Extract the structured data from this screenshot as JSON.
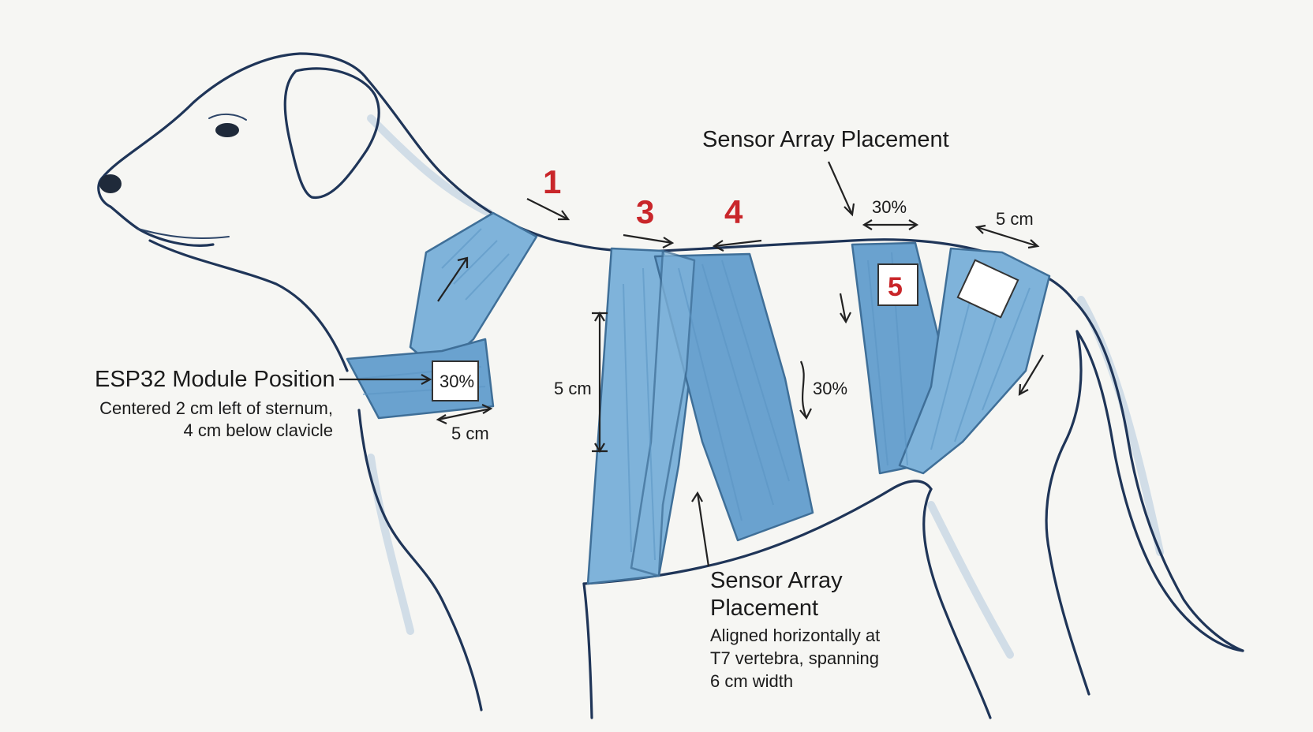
{
  "labels": {
    "esp32_title": "ESP32 Module Position",
    "esp32_desc_line1": "Centered 2 cm left of sternum,",
    "esp32_desc_line2": "4 cm below clavicle",
    "sensor_top_title": "Sensor Array Placement",
    "sensor_bottom_title_line1": "Sensor Array",
    "sensor_bottom_title_line2": "Placement",
    "sensor_bottom_desc_line1": "Aligned horizontally at",
    "sensor_bottom_desc_line2": "T7 vertebra, spanning",
    "sensor_bottom_desc_line3": "6 cm width"
  },
  "markers": {
    "step1": "1",
    "step3": "3",
    "step4": "4",
    "step5": "5"
  },
  "measurements": {
    "collar_pct": "30%",
    "collar_width": "5 cm",
    "chest_height": "5 cm",
    "chest_pct": "30%",
    "rear_top_pct": "30%",
    "rear_width": "5 cm"
  },
  "colors": {
    "bandage": "#7fb3da",
    "outline": "#1f3558",
    "marker_red": "#c9262a",
    "background": "#f6f6f3"
  }
}
